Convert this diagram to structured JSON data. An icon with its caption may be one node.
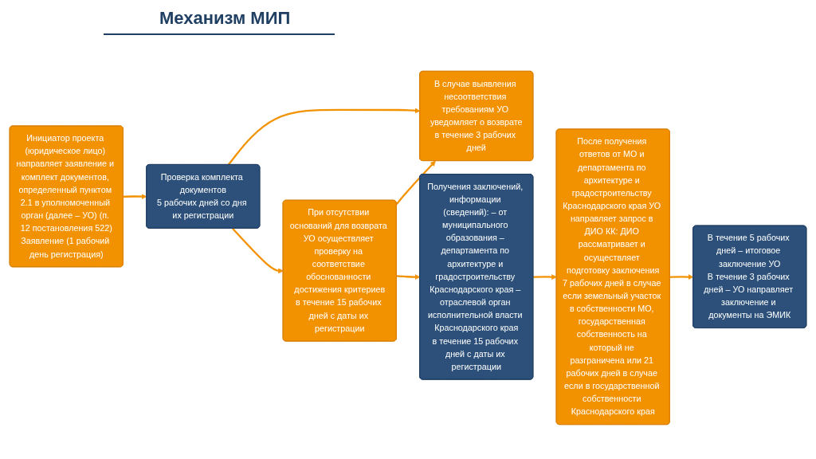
{
  "diagram": {
    "title": "Механизм МИП",
    "nodes": [
      {
        "text": [
          "Инициатор проекта (юридическое лицо) направляет заявление и комплект документов, определенный пунктом 2.1 в уполномоченный орган (далее – УО) (п. 12 постановления 522)",
          "Заявление (1 рабочий день регистрация)"
        ]
      },
      {
        "text": [
          "Проверка комплекта документов",
          "5 рабочих дней со дня их регистрации"
        ]
      },
      {
        "text": [
          "В случае выявления несоответствия требованиям УО уведомляет о возврате",
          "в течение 3 рабочих дней"
        ]
      },
      {
        "text": [
          "При отсутствии оснований для возврата УО осуществляет проверку на соответствие обоснованности достижения критериев",
          "в течение 15 рабочих дней с даты их регистрации"
        ]
      },
      {
        "text": [
          "Получения заключений, информации (сведений): – от муниципального образования – департамента по архитектуре и градостроительству Краснодарского края – отраслевой орган исполнительной власти Краснодарского края",
          "в течение 15 рабочих дней с даты их регистрации"
        ]
      },
      {
        "text": [
          "После получения ответов от МО и департамента по архитектуре и градостроительству Краснодарского края УО направляет запрос в ДИО КК: ДИО рассматривает и осуществляет подготовку заключения",
          "7 рабочих дней в случае если земельный участок в собственности МО, государственная собственность на который не разграничена или 21 рабочих дней в случае если в государственной собственности Краснодарского края"
        ]
      },
      {
        "text": [
          "В течение 5 рабочих дней – итоговое заключение УО",
          "В течение 3 рабочих дней – УО направляет заключение и документы на ЭМИК"
        ]
      }
    ],
    "edges": [
      {
        "from": 0,
        "to": 1,
        "arrow": "to"
      },
      {
        "from": 1,
        "to": 2,
        "arrow": "to"
      },
      {
        "from": 1,
        "to": 3,
        "arrow": "to"
      },
      {
        "from": 3,
        "to": 2,
        "arrow": "to"
      },
      {
        "from": 3,
        "to": 4,
        "arrow": "to"
      },
      {
        "from": 4,
        "to": 5,
        "arrow": "to"
      },
      {
        "from": 5,
        "to": 6,
        "arrow": "to"
      }
    ]
  }
}
